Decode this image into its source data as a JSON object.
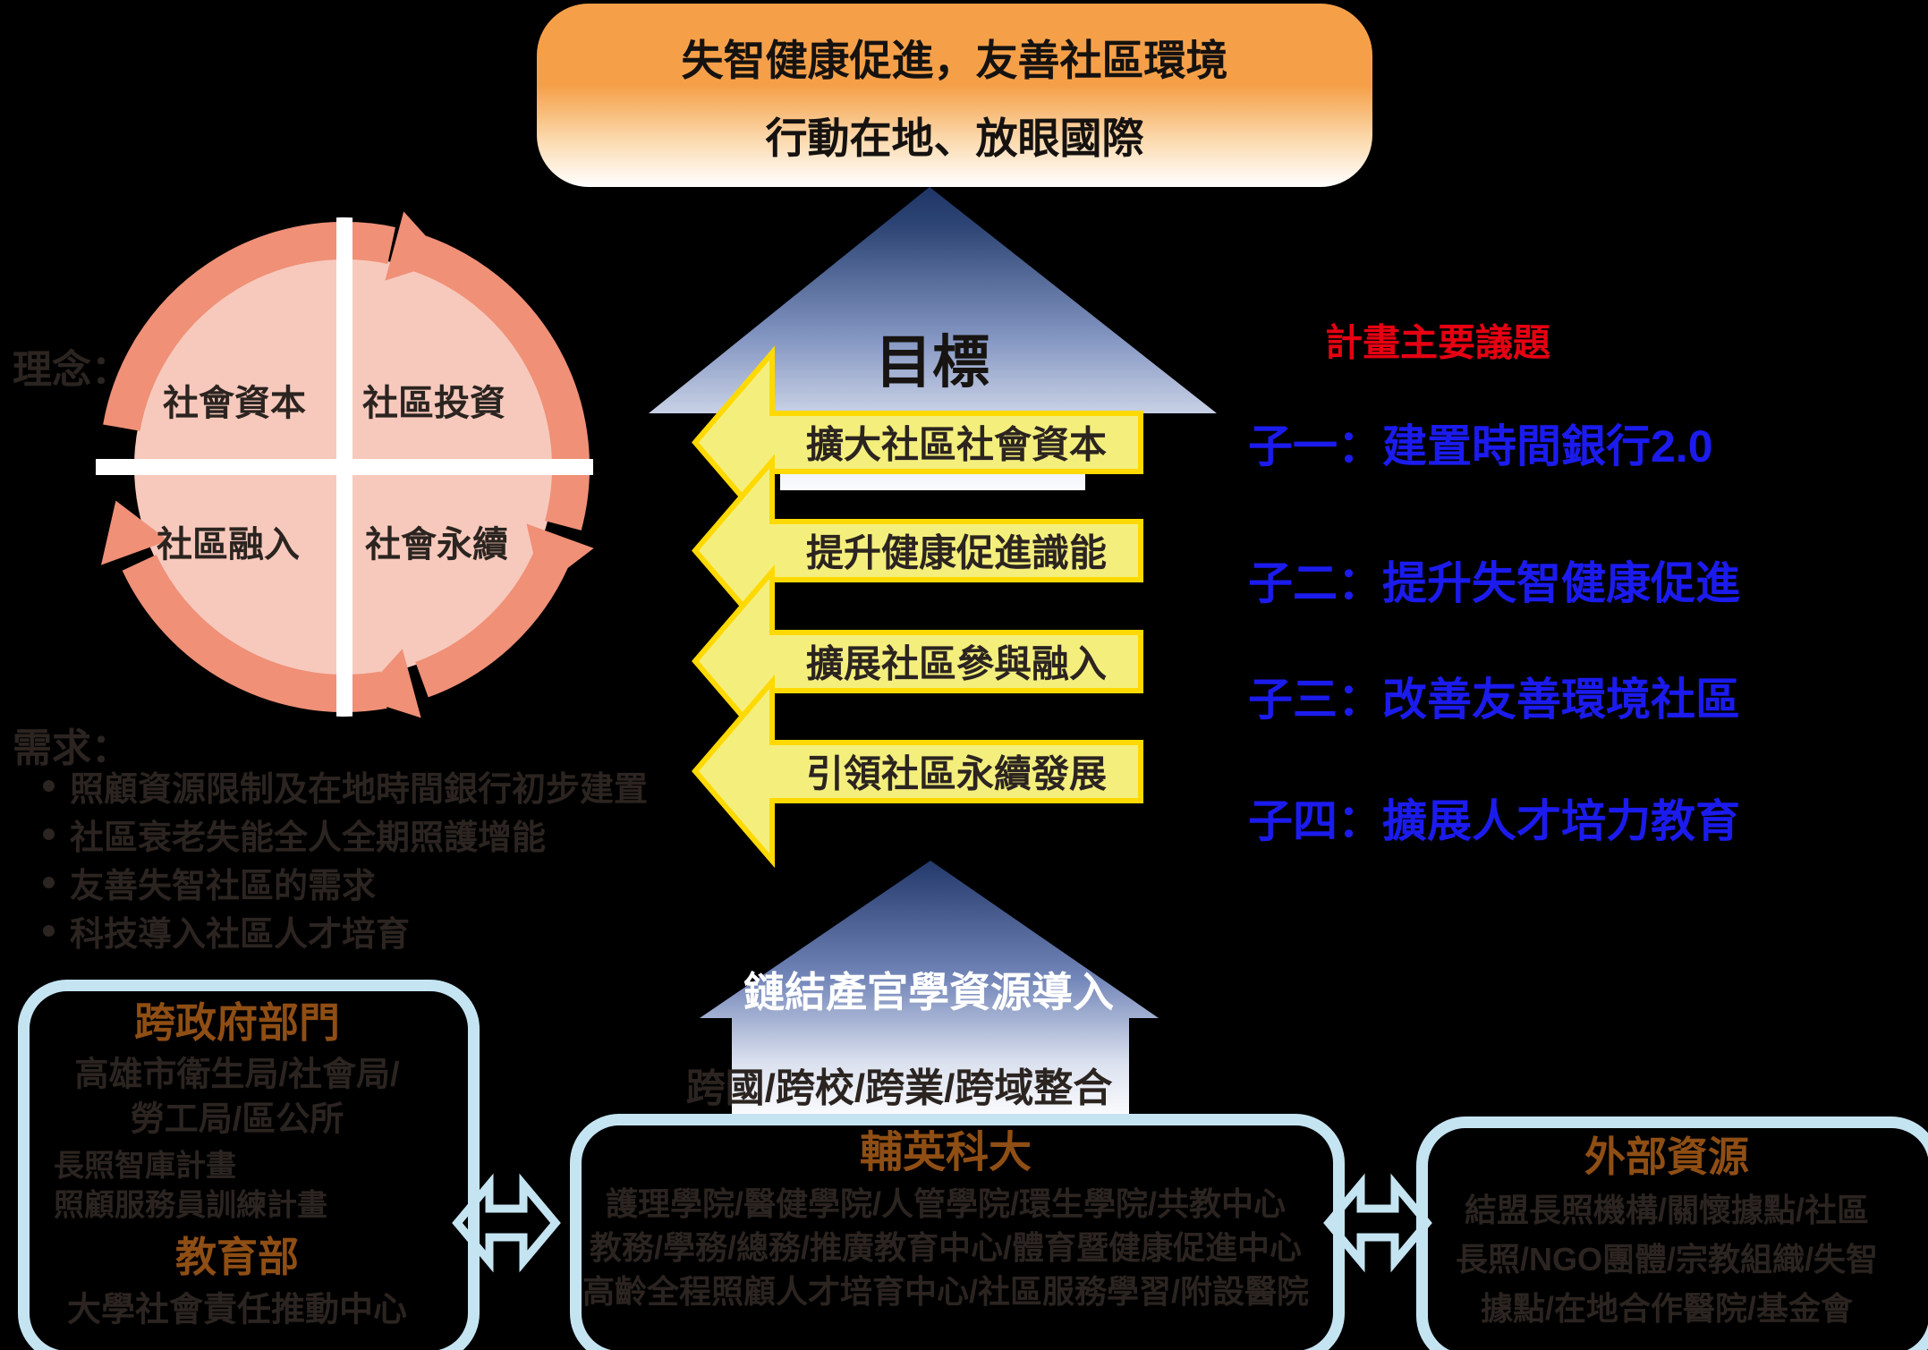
{
  "banner": {
    "line1": "失智健康促進，友善社區環境",
    "line2": "行動在地、放眼國際"
  },
  "cycle": {
    "label": "理念：",
    "q1": "社會資本",
    "q2": "社區投資",
    "q3": "社區融入",
    "q4": "社會永續"
  },
  "goal": {
    "title": "目標",
    "steps": [
      "擴大社區社會資本",
      "提升健康促進識能",
      "擴展社區參與融入",
      "引領社區永續發展"
    ]
  },
  "needs": {
    "label": "需求：",
    "bullets": [
      "照顧資源限制及在地時間銀行初步建置",
      "社區衰老失能全人全期照護增能",
      "友善失智社區的需求",
      "科技導入社區人才培育"
    ]
  },
  "topics": {
    "title": "計畫主要議題",
    "items": [
      "子一：建置時間銀行2.0",
      "子二：提升失智健康促進",
      "子三：改善友善環境社區",
      "子四：擴展人才培力教育"
    ]
  },
  "link": {
    "banner": "鏈結產官學資源導入",
    "subtitle": "跨國/跨校/跨業/跨域整合"
  },
  "gov": {
    "title": "跨政府部門",
    "line1": "高雄市衛生局/社會局/",
    "line2": "勞工局/區公所",
    "plan1": "長照智庫計畫",
    "plan2": "照顧服務員訓練計畫",
    "title2": "教育部",
    "line3": "大學社會責任推動中心"
  },
  "fy": {
    "title": "輔英科大",
    "line1": "護理學院/醫健學院/人管學院/環生學院/共教中心",
    "line2": "教務/學務/總務/推廣教育中心/體育暨健康促進中心",
    "line3": "高齡全程照顧人才培育中心/社區服務學習/附設醫院"
  },
  "external": {
    "title": "外部資源",
    "line1": "結盟長照機構/關懷據點/社區",
    "line2": "長照/NGO團體/宗教組織/失智",
    "line3": "據點/在地合作醫院/基金會"
  },
  "colors": {
    "background": "#000000",
    "banner-orange": "#f5a049",
    "cycle-fill": "#f7c9bc",
    "cycle-ring": "#ef9077",
    "arrow-navy": "#24396b",
    "yellow-fill": "#f4ef7d",
    "yellow-border": "#ffd900",
    "topic-red": "#e60012",
    "topic-blue": "#1b1bee",
    "brown": "#8f4e14",
    "dark": "#2b2420",
    "lightblue": "#c5e4f2",
    "white": "#ffffff"
  }
}
